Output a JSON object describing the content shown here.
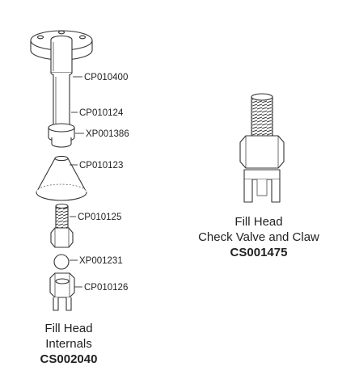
{
  "left_assembly": {
    "parts": [
      {
        "id": "p1",
        "label": "CP010400"
      },
      {
        "id": "p2",
        "label": "CP010124"
      },
      {
        "id": "p3",
        "label": "XP001386"
      },
      {
        "id": "p4",
        "label": "CP010123"
      },
      {
        "id": "p5",
        "label": "CP010125"
      },
      {
        "id": "p6",
        "label": "XP001231"
      },
      {
        "id": "p7",
        "label": "CP010126"
      }
    ],
    "caption": {
      "line1": "Fill Head",
      "line2": "Internals",
      "code": "CS002040"
    }
  },
  "right_assembly": {
    "caption": {
      "line1": "Fill Head",
      "line2": "Check Valve and Claw",
      "code": "CS001475"
    }
  }
}
